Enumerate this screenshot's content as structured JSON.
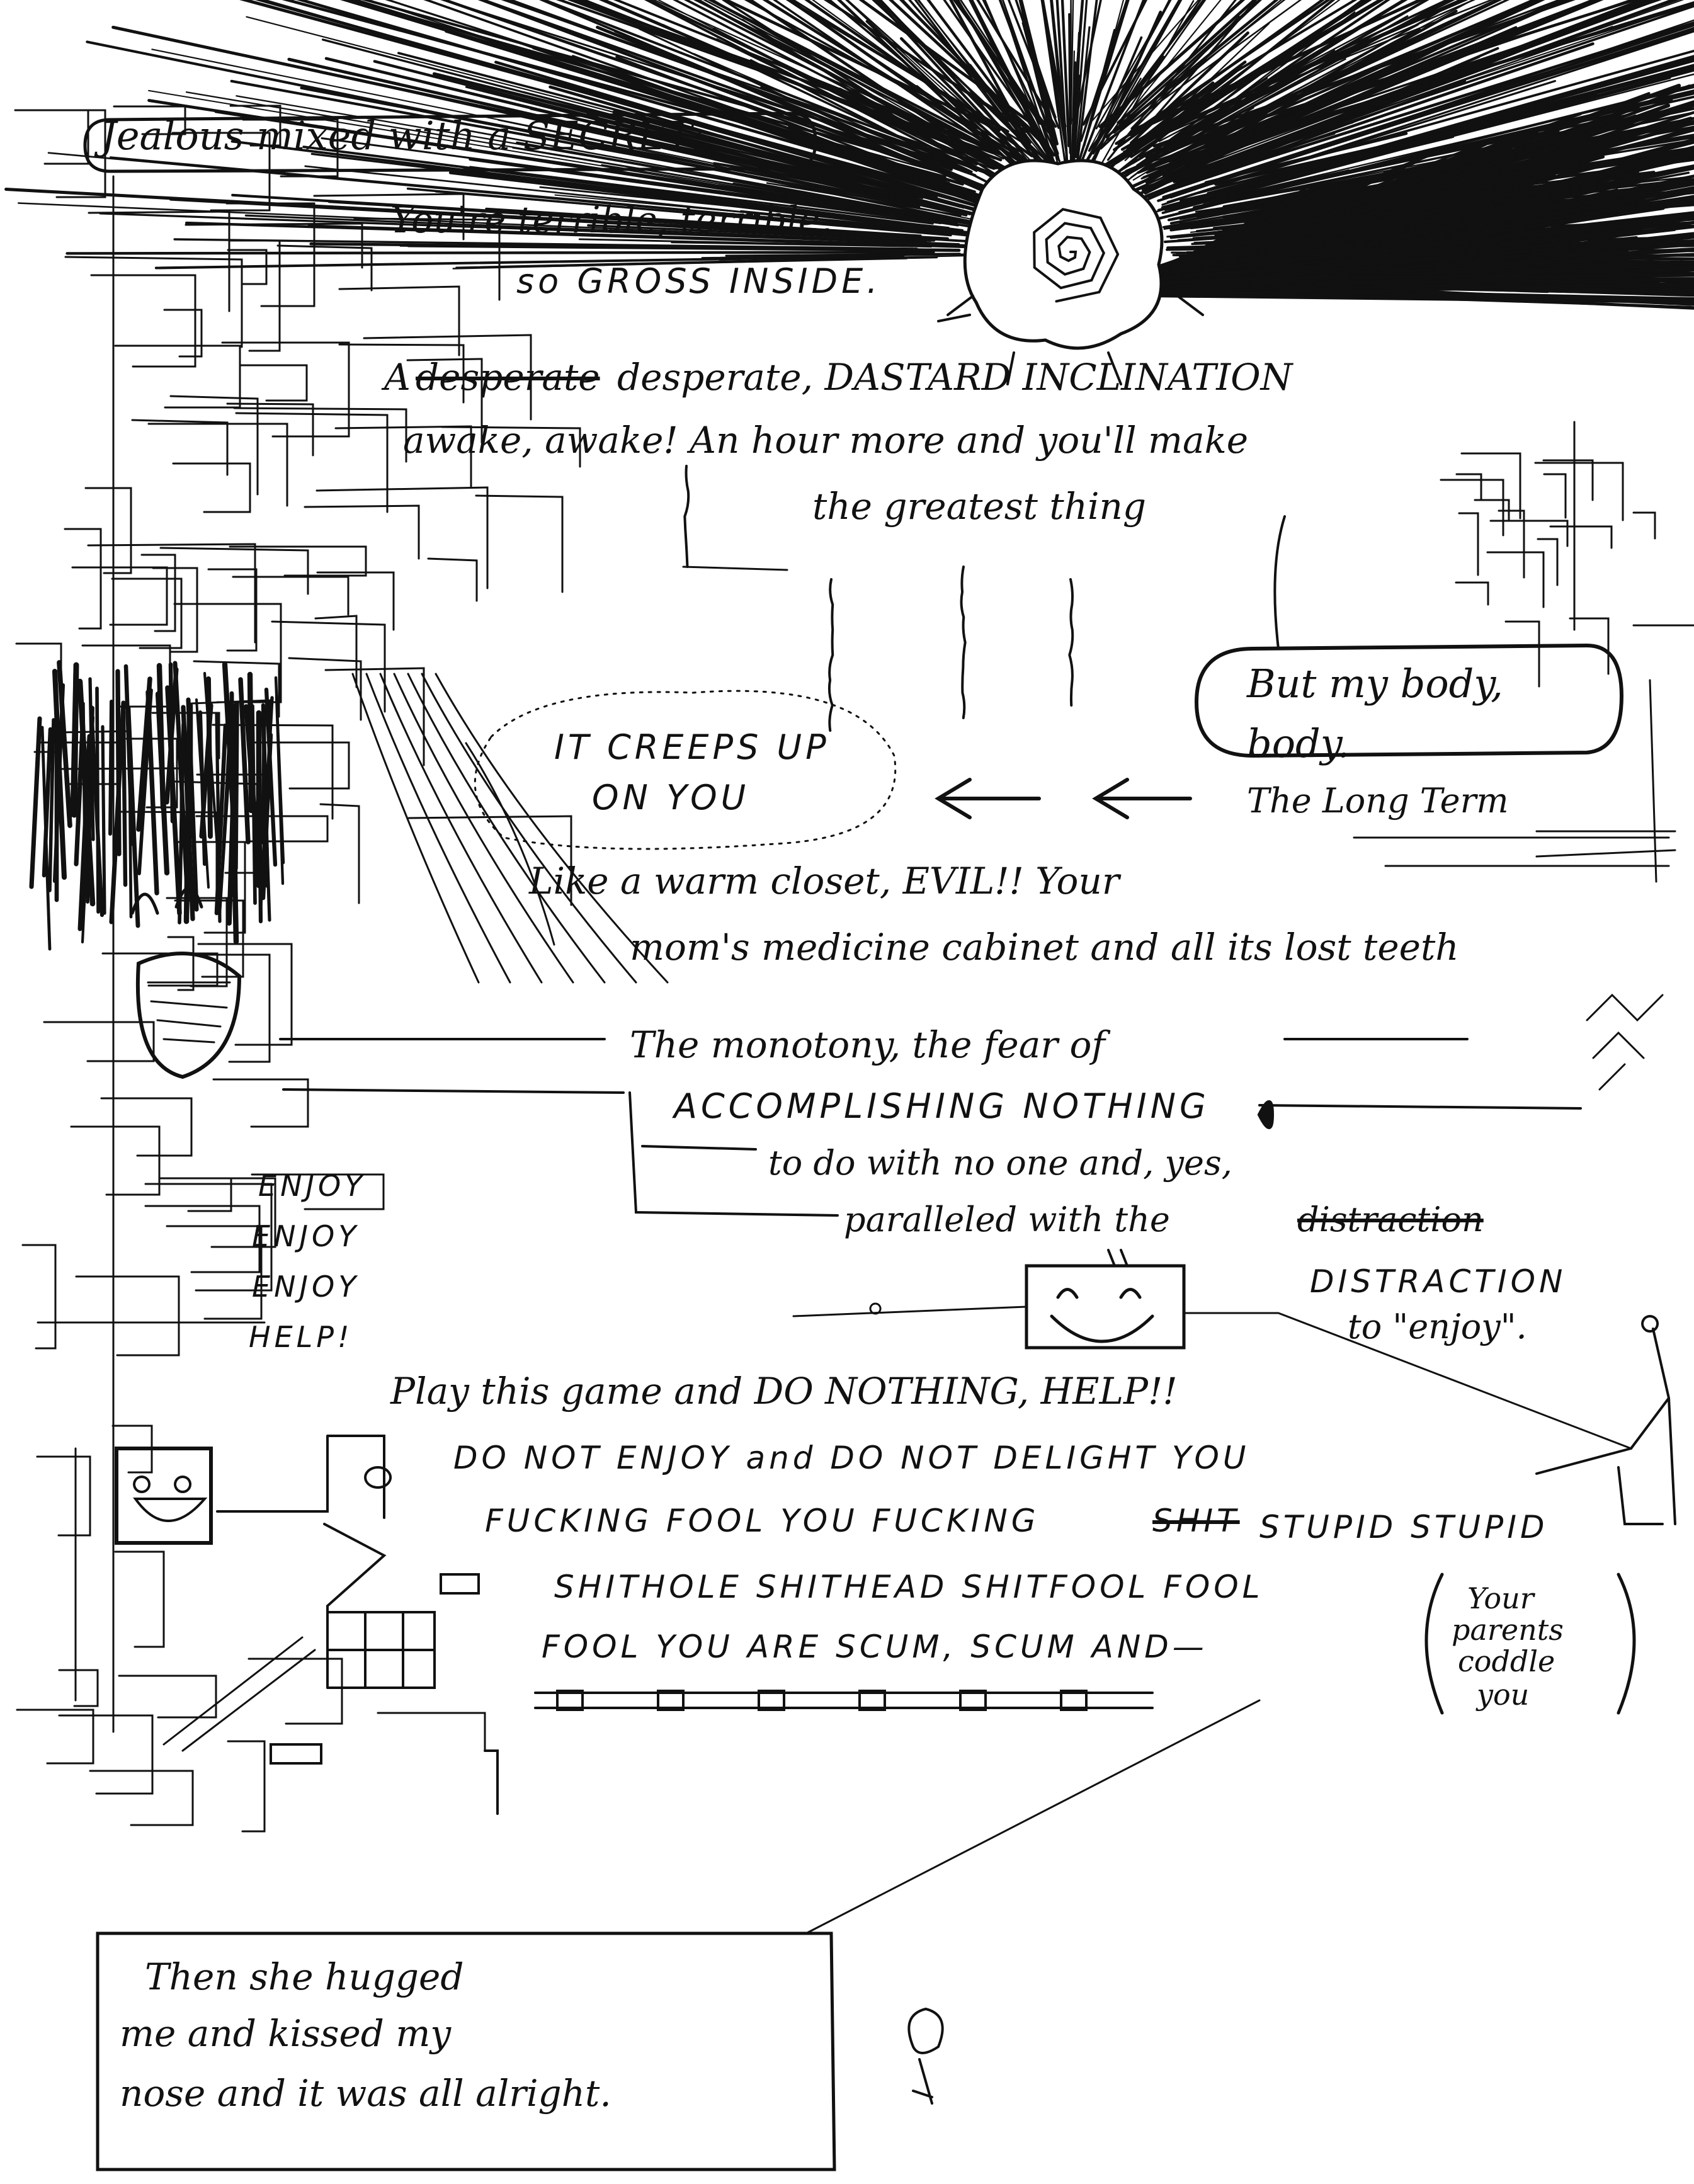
{
  "title_bubble": "Jealous mixed with a SECRET:",
  "lines": {
    "terrible": "You're terrible, terrible,",
    "gross": "so GROSS INSIDE.",
    "desperate_struck": "desperate",
    "desperate_a": "A",
    "desperate_rest": "desperate, DASTARD INCLINATION",
    "awake": "awake, awake! An hour more and you'll make",
    "greatest": "the greatest thing",
    "body1": "But my body,",
    "body2": "body.",
    "creeps1": "IT CREEPS UP",
    "creeps2": "ON YOU",
    "long_term": "The Long Term",
    "closet": "Like a warm closet, EVIL!! Your",
    "medicine": "mom's medicine cabinet and all its lost teeth",
    "monotony": "The monotony, the fear of",
    "accomplishing": "ACCOMPLISHING NOTHING",
    "no_one": "to do with no one and, yes,",
    "paralleled": "paralleled with the",
    "distraction_struck": "distraction",
    "distraction": "DISTRACTION",
    "to_enjoy": "to \"enjoy\".",
    "enjoy1": "ENJOY",
    "enjoy2": "ENJOY",
    "enjoy3": "ENJOY",
    "help": "HELP!",
    "play": "Play this game and DO NOTHING, HELP!!",
    "do_not": "DO NOT ENJOY and DO NOT DELIGHT YOU",
    "fool1_a": "FUCKING FOOL YOU FUCKING",
    "fool1_struck": "SHIT",
    "fool1_b": "STUPID STUPID",
    "shithole": "SHITHOLE SHITHEAD SHITFOOL FOOL",
    "scum": "FOOL YOU ARE SCUM, SCUM AND—",
    "parents1": "Your",
    "parents2": "parents",
    "parents3": "coddle",
    "parents4": "you",
    "ending1": "Then she hugged",
    "ending2": "me and kissed my",
    "ending3": "nose and it was all alright."
  },
  "ink_color": "#111111",
  "paper_color": "#ffffff"
}
